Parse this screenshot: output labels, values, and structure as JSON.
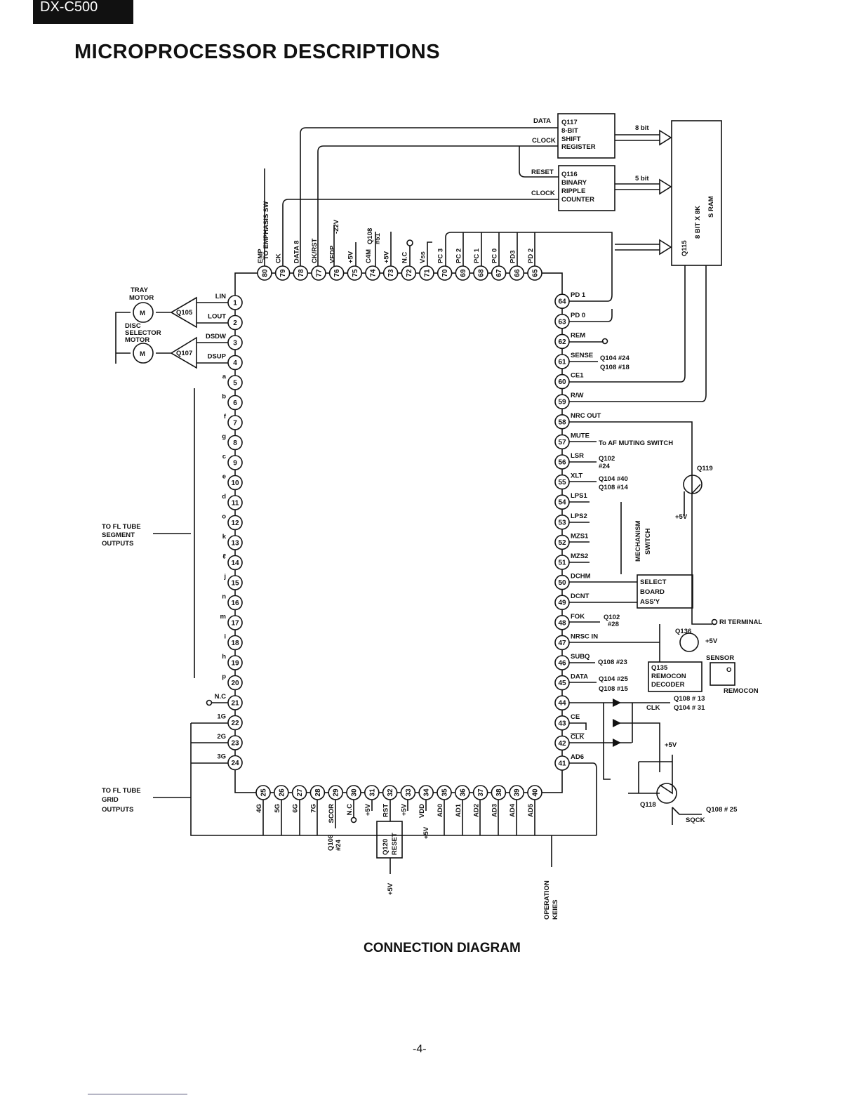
{
  "header": {
    "model": "DX-C500",
    "title": "MICROPROCESSOR DESCRIPTIONS"
  },
  "pins": {
    "left": [
      {
        "n": "1",
        "label": "LIN"
      },
      {
        "n": "2",
        "label": "LOUT"
      },
      {
        "n": "3",
        "label": "DSDW"
      },
      {
        "n": "4",
        "label": "DSUP"
      },
      {
        "n": "5",
        "label": "a"
      },
      {
        "n": "6",
        "label": "b"
      },
      {
        "n": "7",
        "label": "f"
      },
      {
        "n": "8",
        "label": "g"
      },
      {
        "n": "9",
        "label": "c"
      },
      {
        "n": "10",
        "label": "e"
      },
      {
        "n": "11",
        "label": "d"
      },
      {
        "n": "12",
        "label": "o"
      },
      {
        "n": "13",
        "label": "k"
      },
      {
        "n": "14",
        "label": "ℓ"
      },
      {
        "n": "15",
        "label": "j"
      },
      {
        "n": "16",
        "label": "n"
      },
      {
        "n": "17",
        "label": "m"
      },
      {
        "n": "18",
        "label": "i"
      },
      {
        "n": "19",
        "label": "h"
      },
      {
        "n": "20",
        "label": "p"
      },
      {
        "n": "21",
        "label": "N.C"
      },
      {
        "n": "22",
        "label": "1G"
      },
      {
        "n": "23",
        "label": "2G"
      },
      {
        "n": "24",
        "label": "3G"
      }
    ],
    "bottom": [
      {
        "n": "25",
        "label": "4G"
      },
      {
        "n": "26",
        "label": "5G"
      },
      {
        "n": "27",
        "label": "6G"
      },
      {
        "n": "28",
        "label": "7G"
      },
      {
        "n": "29",
        "label": "SCOR"
      },
      {
        "n": "30",
        "label": "N.C"
      },
      {
        "n": "31",
        "label": "+5V"
      },
      {
        "n": "32",
        "label": "RST"
      },
      {
        "n": "33",
        "label": "+5V"
      },
      {
        "n": "34",
        "label": "VDD"
      },
      {
        "n": "35",
        "label": "AD0"
      },
      {
        "n": "36",
        "label": "AD1"
      },
      {
        "n": "37",
        "label": "AD2"
      },
      {
        "n": "38",
        "label": "AD3"
      },
      {
        "n": "39",
        "label": "AD4"
      },
      {
        "n": "40",
        "label": "AD5"
      }
    ],
    "right": [
      {
        "n": "41",
        "label": "AD6"
      },
      {
        "n": "42",
        "label": "CLK"
      },
      {
        "n": "43",
        "label": "CE"
      },
      {
        "n": "44",
        "label": ""
      },
      {
        "n": "45",
        "label": "DATA"
      },
      {
        "n": "46",
        "label": "SUBQ"
      },
      {
        "n": "47",
        "label": "NRSC IN"
      },
      {
        "n": "48",
        "label": "FOK"
      },
      {
        "n": "49",
        "label": "DCNT"
      },
      {
        "n": "50",
        "label": "DCHM"
      },
      {
        "n": "51",
        "label": "MZS2"
      },
      {
        "n": "52",
        "label": "MZS1"
      },
      {
        "n": "53",
        "label": "LPS2"
      },
      {
        "n": "54",
        "label": "LPS1"
      },
      {
        "n": "55",
        "label": "XLT"
      },
      {
        "n": "56",
        "label": "LSR"
      },
      {
        "n": "57",
        "label": "MUTE"
      },
      {
        "n": "58",
        "label": "NRC OUT"
      },
      {
        "n": "59",
        "label": "R/W"
      },
      {
        "n": "60",
        "label": "CE1"
      },
      {
        "n": "61",
        "label": "SENSE"
      },
      {
        "n": "62",
        "label": "REM"
      },
      {
        "n": "63",
        "label": "PD 0"
      },
      {
        "n": "64",
        "label": "PD 1"
      }
    ],
    "top": [
      {
        "n": "65",
        "label": "PD 2"
      },
      {
        "n": "66",
        "label": "PD3"
      },
      {
        "n": "67",
        "label": "PC 0"
      },
      {
        "n": "68",
        "label": "PC 1"
      },
      {
        "n": "69",
        "label": "PC 2"
      },
      {
        "n": "70",
        "label": "PC 3"
      },
      {
        "n": "71",
        "label": "Vss"
      },
      {
        "n": "72",
        "label": "N.C"
      },
      {
        "n": "73",
        "label": "+5V"
      },
      {
        "n": "74",
        "label": "C4M"
      },
      {
        "n": "75",
        "label": "+5V"
      },
      {
        "n": "76",
        "label": "VFDP"
      },
      {
        "n": "77",
        "label": "CK/RST"
      },
      {
        "n": "78",
        "label": "DATA 8"
      },
      {
        "n": "79",
        "label": "CK"
      },
      {
        "n": "80",
        "label": "EMP"
      }
    ]
  },
  "shift_register": {
    "lines": [
      "Q117",
      "8-BIT",
      "SHIFT",
      "REGISTER"
    ],
    "in_data": "DATA",
    "in_clock": "CLOCK",
    "bus": "8 bit"
  },
  "counter": {
    "lines": [
      "Q116",
      "BINARY",
      "RIPPLE",
      "COUNTER"
    ],
    "in_reset": "RESET",
    "in_clock": "CLOCK",
    "bus": "5 bit"
  },
  "ram": {
    "lines": [
      "Q115",
      "8 BIT X 8K",
      "S RAM"
    ]
  },
  "top_notes": {
    "emphasis": "TO EMPHASIS SW",
    "vfdp": "-22V",
    "c4m_1": "Q108",
    "c4m_2": "#51"
  },
  "left_notes": {
    "tray_1": "TRAY",
    "tray_2": "MOTOR",
    "disc_1": "DISC",
    "disc_2": "SELECTOR",
    "disc_3": "MOTOR",
    "motor": "M",
    "q105": "Q105",
    "q107": "Q107",
    "seg_1": "TO FL TUBE",
    "seg_2": "SEGMENT",
    "seg_3": "OUTPUTS",
    "grid_1": "TO FL TUBE",
    "grid_2": "GRID",
    "grid_3": "OUTPUTS"
  },
  "right_notes": {
    "sense_1": "Q104 #24",
    "sense_2": "Q108 #18",
    "mute": "To AF MUTING SWITCH",
    "lsr_1": "Q102",
    "lsr_2": "#24",
    "xlt_1": "Q104 #40",
    "xlt_2": "Q108 #14",
    "mech_1": "MECHANISM",
    "mech_2": "SWITCH",
    "q119": "Q119",
    "plus5_a": "+5V",
    "select_1": "SELECT",
    "select_2": "BOARD",
    "select_3": "ASS'Y",
    "fok_1": "Q102",
    "fok_2": "#28",
    "ri": "RI TERMINAL",
    "q136": "Q136",
    "plus5_b": "+5V",
    "sensor": "SENSOR",
    "sensor_o": "O",
    "remocon": "REMOCON",
    "dec_1": "Q135",
    "dec_2": "REMOCON",
    "dec_3": "DECODER",
    "subq": "Q108 #23",
    "data_1": "Q104 #25",
    "data_2": "Q108 #15",
    "clk_1": "Q108 # 13",
    "clk_2": "Q104 # 31",
    "clk": "CLK",
    "plus5_c": "+5V",
    "q118": "Q118",
    "sqck_ref": "Q108 # 25",
    "sqck": "SQCK"
  },
  "bottom_notes": {
    "scor_1": "Q108",
    "scor_2": "#24",
    "q120_1": "Q120",
    "q120_2": "RESET",
    "plus5_rst": "+5V",
    "plus5_vdd": "+5V",
    "op_1": "OPERATION",
    "op_2": "KEIES"
  },
  "footer": {
    "caption": "CONNECTION DIAGRAM",
    "page": "-4-"
  }
}
